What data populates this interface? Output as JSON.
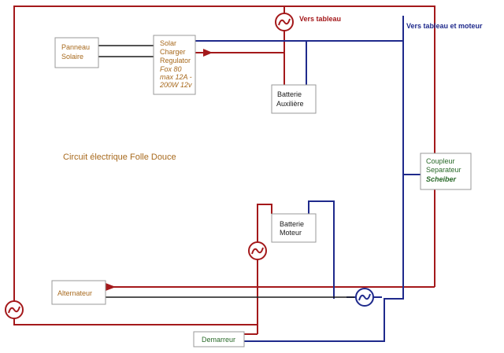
{
  "title": "Circuit électrique Folle Douce",
  "labels": {
    "vers_tableau": "Vers tableau",
    "vers_tableau_moteur": "Vers tableau et moteur"
  },
  "boxes": {
    "panneau": [
      "Panneau",
      "Solaire"
    ],
    "regulator": [
      "Solar",
      "Charger",
      "Regulator",
      "Fox 80",
      "max 12A -",
      "200W  12v"
    ],
    "batterie_aux": [
      "Batterie",
      "Auxilière"
    ],
    "coupleur": [
      "Coupleur",
      "Separateur",
      "Scheiber"
    ],
    "batterie_moteur": [
      "Batterie",
      "Moteur"
    ],
    "alternateur": [
      "Alternateur"
    ],
    "demarreur": [
      "Demarreur"
    ]
  },
  "colors": {
    "red": "#a4191b",
    "blue": "#1f2a8c",
    "dark": "#1a1a1a",
    "text_brown": "#a86a1e",
    "text_green": "#2a6a2a",
    "box_border": "#9a9a9a"
  }
}
